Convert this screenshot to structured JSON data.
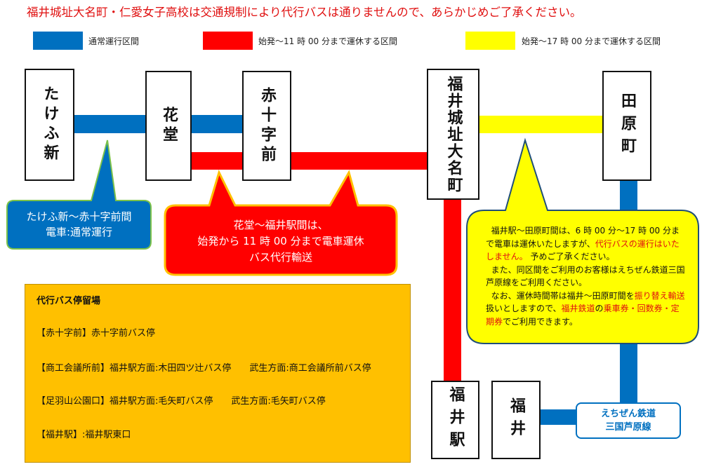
{
  "notice": "福井城址大名町・仁愛女子高校は交通規制により代行バスは通りませんので、あらかじめご了承ください。",
  "legend": [
    {
      "label": "通常運行区間",
      "color": "#0070c0"
    },
    {
      "label": "始発～11 時 00 分まで運休する区間",
      "color": "#ff0000"
    },
    {
      "label": "始発～17 時 00 分まで運休する区間",
      "color": "#ffff00"
    }
  ],
  "stations": {
    "takefushin": "たけふ新",
    "hanando": "花堂",
    "sekijujimae": "赤十字前",
    "fukuijoshi": "福井城址大名町",
    "tawaramachi": "田原町",
    "fukuiekimae": "福井駅",
    "fukui_echizen": "福井"
  },
  "echizen_line": {
    "line1": "えちぜん鉄道",
    "line2": "三国芦原線"
  },
  "blue_callout": {
    "line1": "たけふ新～赤十字前間",
    "line2": "電車:通常運行"
  },
  "red_callout": {
    "line1": "花堂～福井駅間は、",
    "line2": "始発から 11 時 00 分まで電車運休",
    "line3": "バス代行輸送"
  },
  "yellow_callout": {
    "p1a": "福井駅～田原町間は、6 時 00 分～17 時 00 分まで電車は運休いたしますが、",
    "p1b": "代行バスの運行はいたしません。",
    "p1c": "予めご了承ください。",
    "p2": "また、同区間をご利用のお客様はえちぜん鉄道三国芦原線をご利用ください。",
    "p3a": "なお、運休時間帯は福井～田原町間を",
    "p3b": "振り替え輸送",
    "p3c": "扱いとしますので、",
    "p3d": "福井鉄道",
    "p3e": "の",
    "p3f": "乗車券・回数券・定期券",
    "p3g": "でご利用できます。"
  },
  "bus_stops": {
    "heading": "代行バス停留場",
    "rows": [
      "【赤十字前】赤十字前バス停",
      "【商工会議所前】福井駅方面:木田四ツ辻バス停　　武生方面:商工会議所前バス停",
      "【足羽山公園口】福井駅方面:毛矢町バス停　　武生方面:毛矢町バス停",
      "【福井駅】:福井駅東口"
    ]
  }
}
